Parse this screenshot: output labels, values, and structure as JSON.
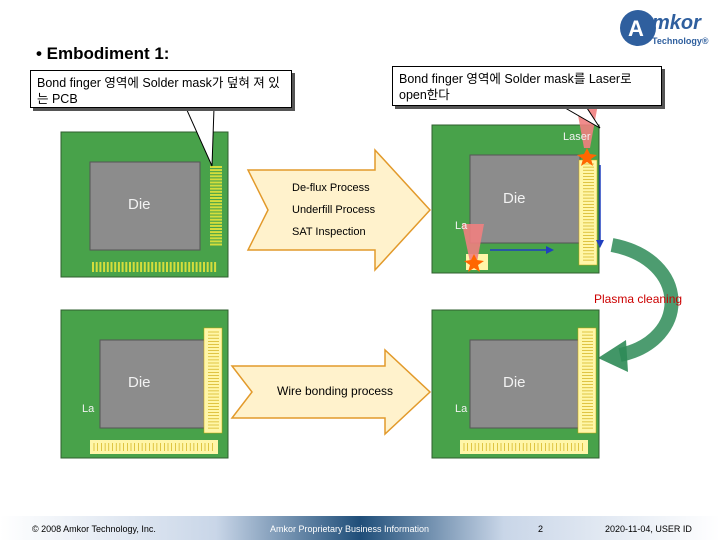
{
  "slide": {
    "title": "• Embodiment 1:",
    "callout_left": "Bond finger 영역에 Solder mask가 덮혀 져 있는 PCB",
    "callout_right": "Bond finger 영역에 Solder mask를 Laser로 open한다"
  },
  "logo": {
    "brand": "mkor",
    "tagline": "Technology®"
  },
  "diagram": {
    "die_label": "Die",
    "laser_label": "Laser",
    "laser_short": "La",
    "steps": [
      "De-flux Process",
      "Underfill Process",
      "SAT Inspection"
    ],
    "wire_bonding": "Wire bonding process",
    "plasma": "Plasma cleaning"
  },
  "footer": {
    "copyright": "© 2008 Amkor Technology, Inc.",
    "proprietary": "Amkor Proprietary Business Information",
    "page": "2",
    "date_user": "2020-11-04, USER ID"
  },
  "colors": {
    "pcb": "#48a24a",
    "die": "#8c8c8c",
    "bond_finger_covered": "#d4dd3c",
    "bond_finger_open": "#fff6a8",
    "arrow_fill": "#fff2cc",
    "arrow_stroke": "#e29a2b",
    "laser": "#f08080",
    "plasma_arrow": "#2e8b57",
    "footer_blue": "#1f4e79",
    "logo_blue": "#2f5f9e"
  }
}
